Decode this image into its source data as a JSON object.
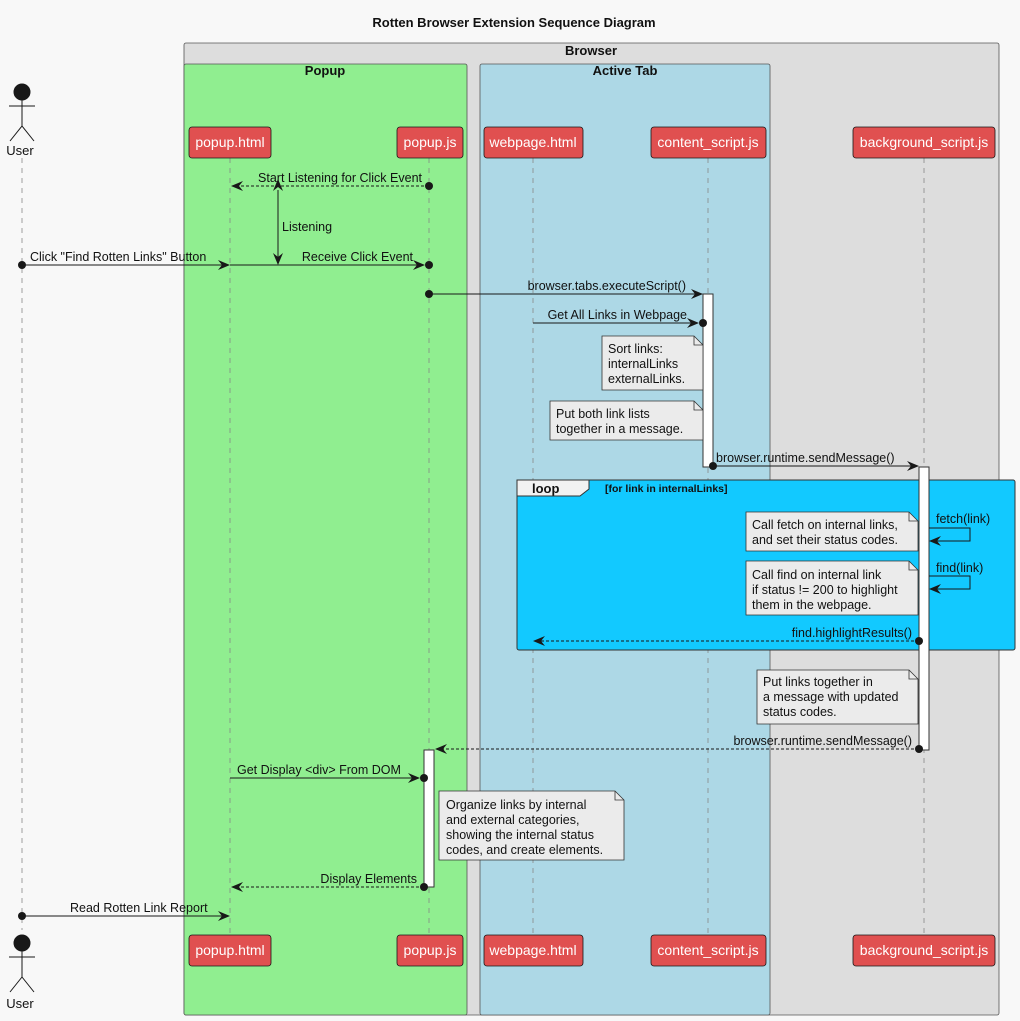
{
  "title": "Rotten Browser Extension Sequence Diagram",
  "boxes": {
    "browser": "Browser",
    "popup": "Popup",
    "active_tab": "Active Tab"
  },
  "actor": {
    "user": "User"
  },
  "participants": {
    "popup_html": "popup.html",
    "popup_js": "popup.js",
    "webpage_html": "webpage.html",
    "content_script_js": "content_script.js",
    "background_script_js": "background_script.js"
  },
  "messages": {
    "start_listening": "Start Listening for Click Event",
    "listening": "Listening",
    "click_button": "Click \"Find Rotten Links\" Button",
    "receive_click": "Receive Click Event",
    "execute_script": "browser.tabs.executeScript()",
    "get_all_links": "Get All Links in Webpage",
    "send_message_1": "browser.runtime.sendMessage()",
    "fetch": "fetch(link)",
    "find": "find(link)",
    "highlight": "find.highlightResults()",
    "send_message_2": "browser.runtime.sendMessage()",
    "get_display_div": "Get Display <div> From DOM",
    "display_elements": "Display Elements",
    "read_report": "Read Rotten Link Report"
  },
  "notes": {
    "sort_links": [
      "Sort links:",
      "internalLinks",
      "externalLinks."
    ],
    "put_both": [
      "Put both link lists",
      "together in a message."
    ],
    "call_fetch": [
      "Call fetch on internal links,",
      "and set their status codes."
    ],
    "call_find": [
      "Call find on internal link",
      "if status != 200 to highlight",
      "them in the webpage."
    ],
    "put_links": [
      "Put links together in",
      "a message with updated",
      "status codes."
    ],
    "organize": [
      "Organize links by internal",
      "and external categories,",
      "showing the internal status",
      "codes, and create elements."
    ]
  },
  "loop": {
    "keyword": "loop",
    "condition": "[for link in internalLinks]"
  },
  "colors": {
    "background": "#f8f8f8",
    "browser_box": "#dddddd",
    "popup_box": "#90ee90",
    "active_tab_box": "#add8e6",
    "loop_fill": "#12c9ff",
    "participant": "#e05050",
    "note": "#ebebeb"
  }
}
